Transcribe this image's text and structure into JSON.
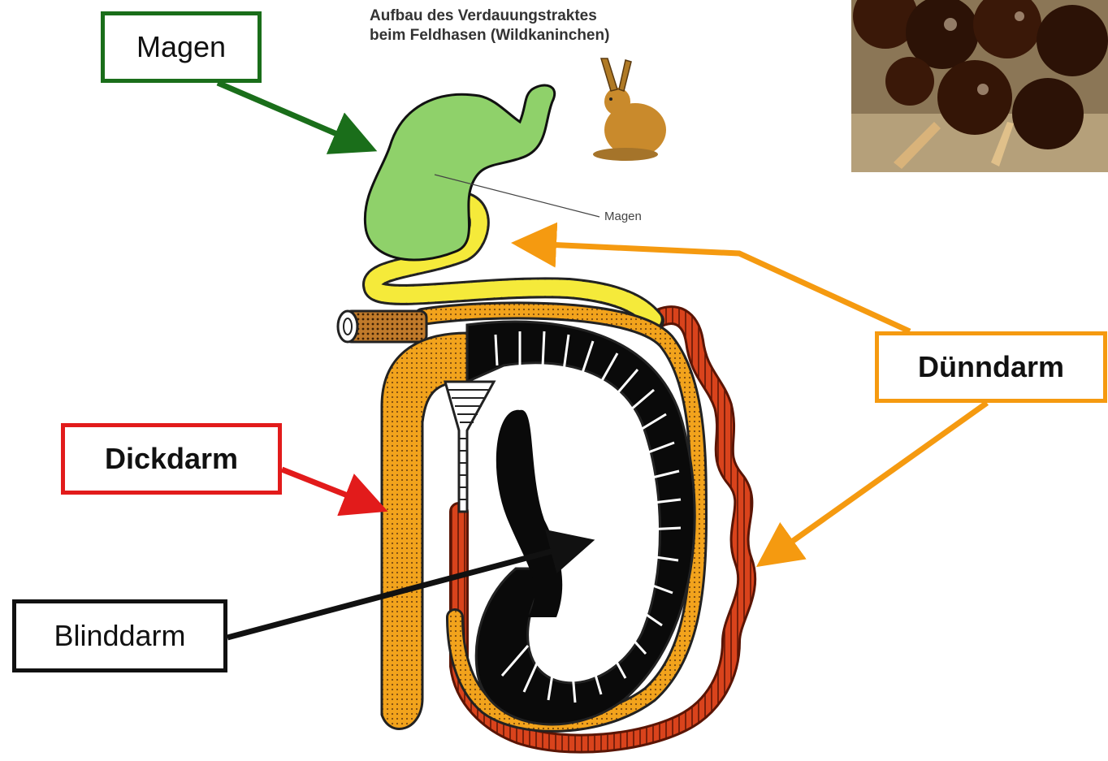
{
  "figure": {
    "title_line1": "Aufbau des Verdauungstraktes",
    "title_line2": "beim Feldhasen (Wildkaninchen)",
    "inline_label_stomach": "Magen"
  },
  "callouts": {
    "magen": "Magen",
    "duenndarm": "Dünndarm",
    "dickdarm": "Dickdarm",
    "blinddarm": "Blinddarm"
  },
  "colors": {
    "magen": "#1a6e1a",
    "duenndarm": "#f59a10",
    "dickdarm": "#e21b1b",
    "blinddarm": "#111111",
    "stomach_fill": "#8fd16a",
    "yellow_gut": "#f5ea3a",
    "orange_gut": "#f2a31c",
    "red_gut": "#d9431c",
    "cecum": "#0a0a0a"
  },
  "icons": {
    "hare": "hare-illustration",
    "photo": "droppings-photo"
  }
}
